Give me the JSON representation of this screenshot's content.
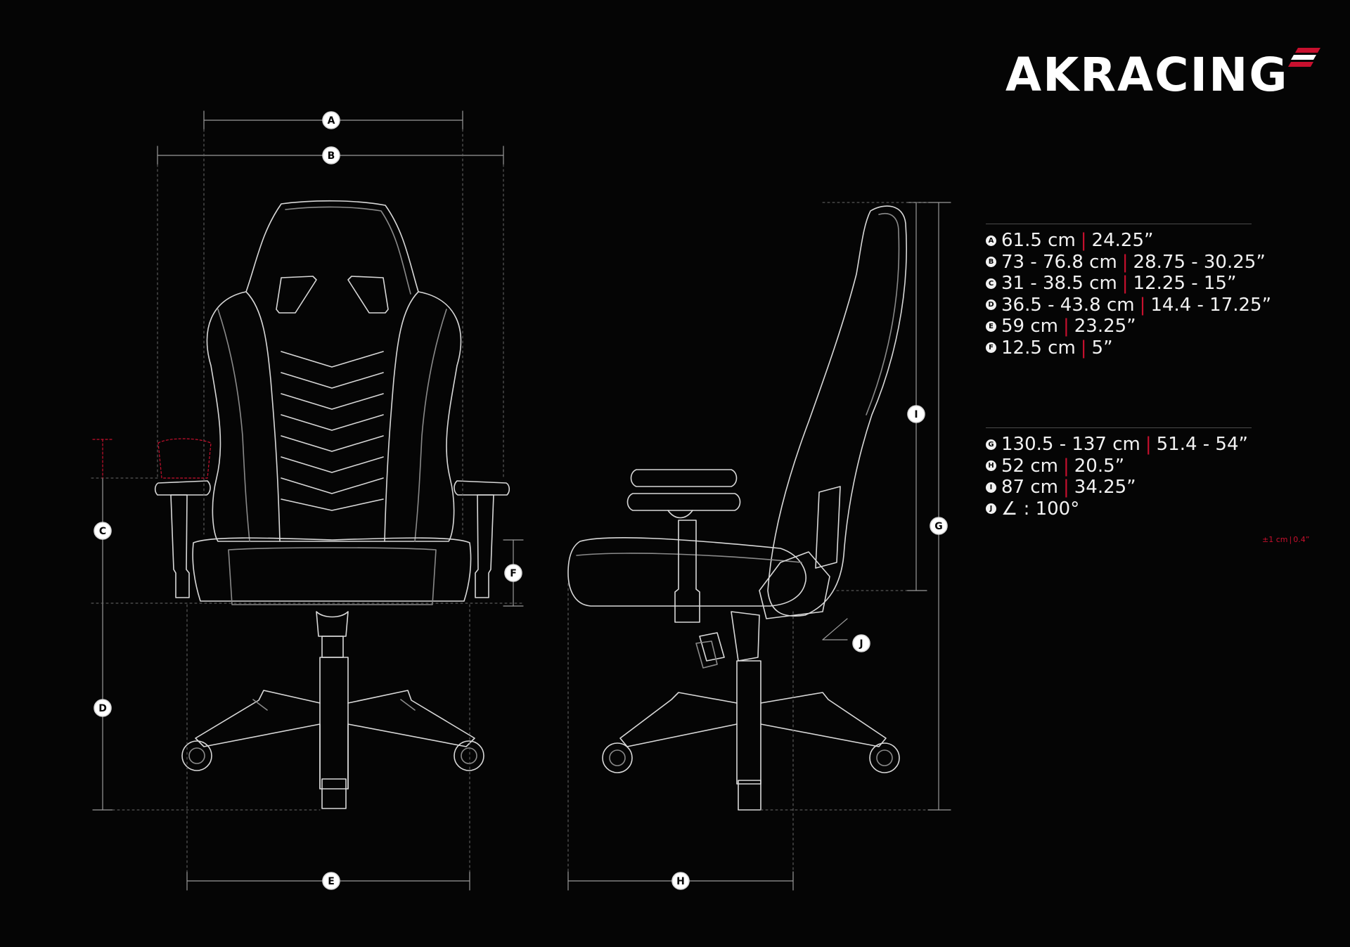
{
  "brand": {
    "name": "AKRACING",
    "accent_color": "#c8102e"
  },
  "markers": [
    "A",
    "B",
    "C",
    "D",
    "E",
    "F",
    "G",
    "H",
    "I",
    "J"
  ],
  "specs_top": [
    {
      "letter": "A",
      "metric": "61.5 cm",
      "imperial": "24.25”"
    },
    {
      "letter": "B",
      "metric": "73 - 76.8 cm",
      "imperial": "28.75 - 30.25”"
    },
    {
      "letter": "C",
      "metric": "31 - 38.5 cm",
      "imperial": "12.25 - 15”"
    },
    {
      "letter": "D",
      "metric": "36.5 - 43.8 cm",
      "imperial": "14.4 - 17.25”"
    },
    {
      "letter": "E",
      "metric": "59 cm",
      "imperial": "23.25”"
    },
    {
      "letter": "F",
      "metric": "12.5 cm",
      "imperial": "5”"
    }
  ],
  "specs_bottom": [
    {
      "letter": "G",
      "metric": "130.5 - 137 cm",
      "imperial": "51.4 - 54”"
    },
    {
      "letter": "H",
      "metric": "52 cm",
      "imperial": "20.5”"
    },
    {
      "letter": "I",
      "metric": "87 cm",
      "imperial": "34.25”"
    },
    {
      "letter": "J",
      "angle": "∠ : 100°"
    }
  ],
  "tolerance": {
    "metric": "±1 cm",
    "imperial": "0.4”"
  }
}
